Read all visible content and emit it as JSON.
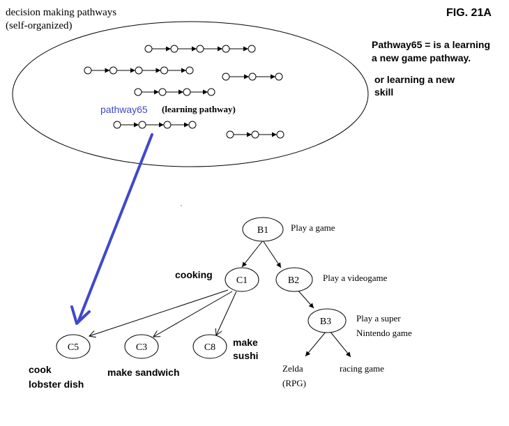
{
  "header": {
    "title_line1": "decision making pathways",
    "title_line2": "(self-organized)",
    "fig_label": "FIG. 21A"
  },
  "notes": {
    "line1": "Pathway65 = is a learning",
    "line2": "a new game pathway.",
    "line3": "or learning a new",
    "line4": "skill"
  },
  "pathway": {
    "name": "pathway65",
    "desc": "(learning pathway)",
    "highlight_color": "#3f48cc"
  },
  "nodes": {
    "B1": "B1",
    "C1": "C1",
    "B2": "B2",
    "B3": "B3",
    "C5": "C5",
    "C3": "C3",
    "C8": "C8"
  },
  "labels": {
    "play_game": "Play a game",
    "cooking": "cooking",
    "play_videogame": "Play a videogame",
    "super_nintendo_1": "Play a super",
    "super_nintendo_2": "Nintendo game",
    "zelda": "Zelda",
    "rpg": "(RPG)",
    "racing": "racing game",
    "cook_1": "cook",
    "cook_2": "lobster dish",
    "sandwich": "make sandwich",
    "sushi_1": "make",
    "sushi_2": "sushi"
  }
}
